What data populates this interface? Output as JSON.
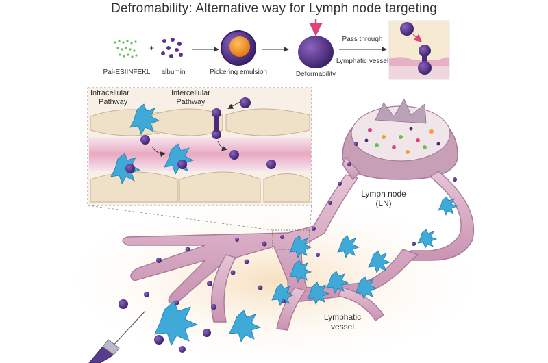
{
  "title": "Defromability: Alternative way for Lymph node targeting",
  "top_row": {
    "items": [
      {
        "label": "Pal-ESIINFEKL"
      },
      {
        "label": "albumin"
      },
      {
        "label": "Pickering emulsion"
      },
      {
        "label": "Deformability"
      }
    ],
    "plus": "+",
    "pass_through_line1": "Pass through",
    "pass_through_line2": "Lymphatic vessel"
  },
  "inset": {
    "intracellular_line1": "Intracellular",
    "intracellular_line2": "Pathway",
    "intercellular_line1": "Intercellular",
    "intercellular_line2": "Pathway"
  },
  "scene": {
    "lymph_node_line1": "Lymph node",
    "lymph_node_line2": "(LN)",
    "lymphatic_line1": "Lymphatic",
    "lymphatic_line2": "vessel"
  },
  "colors": {
    "particle": "#4a2a7a",
    "particle_light": "#7b55b0",
    "emulsion_core": "#f08a1a",
    "vessel": "#d9b3c9",
    "vessel_edge": "#a9799a",
    "cell": "#3fa9d8",
    "endothelial": "#efe0c8",
    "inset_bg": "#f8efe6"
  }
}
